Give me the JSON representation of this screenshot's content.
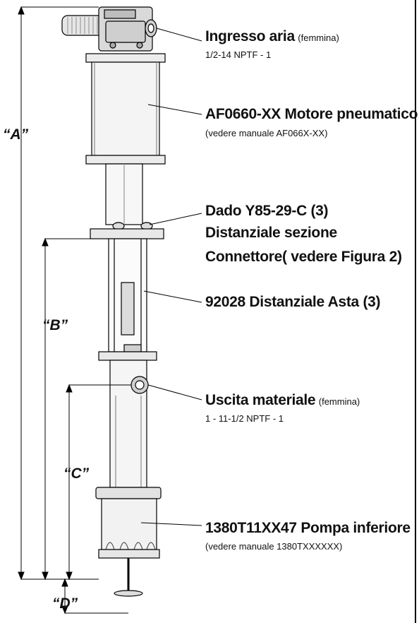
{
  "dimensions": {
    "a": "“A”",
    "b": "“B”",
    "c": "“C”",
    "d": "“D”"
  },
  "callouts": {
    "air_inlet": {
      "title": "Ingresso aria",
      "qualifier": "(femmina)",
      "spec": "1/2-14 NPTF - 1"
    },
    "air_motor": {
      "title": "AF0660-XX Motore pneumatico",
      "note": "(vedere manuale AF066X-XX)"
    },
    "spacer_nut": {
      "line1": "Dado Y85-29-C (3)",
      "line2": "Distanziale sezione",
      "line3": "Connettore( vedere Figura 2)"
    },
    "rod_spacer": {
      "title": "92028 Distanziale Asta (3)"
    },
    "material_outlet": {
      "title": "Uscita materiale",
      "qualifier": "(femmina)",
      "spec": "1 - 11-1/2 NPTF - 1"
    },
    "lower_pump": {
      "title": "1380T11XX47 Pompa inferiore",
      "note": "(vedere manuale 1380TXXXXXX)"
    }
  }
}
